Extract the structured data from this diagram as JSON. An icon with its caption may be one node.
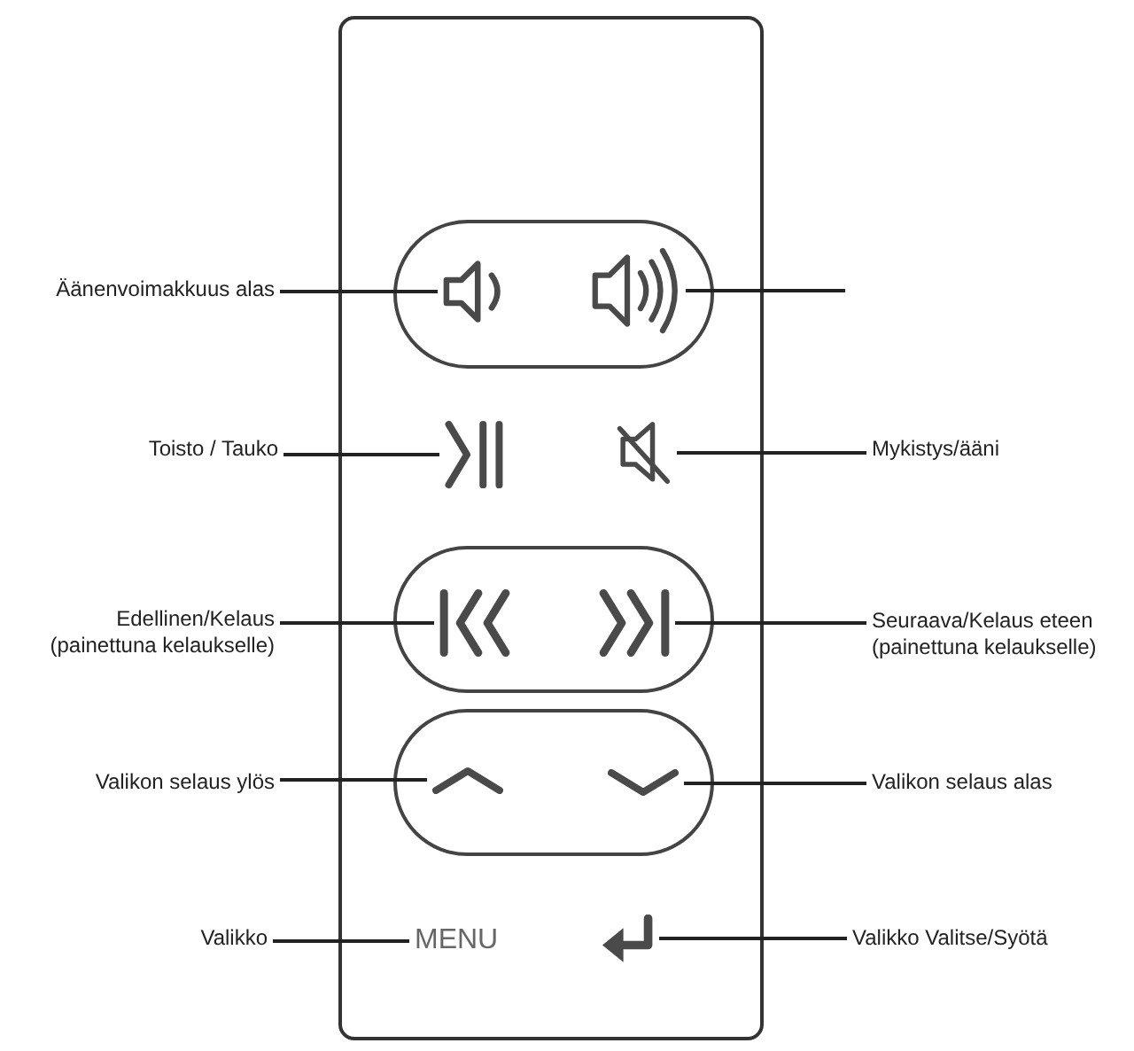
{
  "diagram": {
    "nodes": [
      {
        "text": [],
        "shape": "box"
      },
      {
        "text": [
          "Äänenvoimakkuus alas"
        ]
      },
      {
        "text": [],
        "shape": "icon",
        "in": 0
      },
      {
        "text": [],
        "shape": "icon",
        "in": 0
      },
      {
        "text": [
          "Toisto / Tauko"
        ]
      },
      {
        "text": [],
        "shape": "icon",
        "in": 0
      },
      {
        "text": [],
        "shape": "icon",
        "in": 0
      },
      {
        "text": [
          "Mykistys/ääni"
        ]
      },
      {
        "text": [
          "Edellinen/Kelaus (painettuna kelaukselle)"
        ]
      },
      {
        "text": [],
        "shape": "icon",
        "in": 0
      },
      {
        "text": [],
        "shape": "icon",
        "in": 0
      },
      {
        "text": [
          "Seuraava/Kelaus eteen (painettuna kelaukselle)"
        ]
      },
      {
        "text": [
          "Valikon selaus ylös"
        ]
      },
      {
        "text": [],
        "shape": "icon",
        "in": 0
      },
      {
        "text": [],
        "shape": "icon",
        "in": 0
      },
      {
        "text": [
          "Valikon selaus alas"
        ]
      },
      {
        "text": [
          "Valikko"
        ]
      },
      {
        "text": [
          "MENU"
        ],
        "in": 0
      },
      {
        "text": [],
        "shape": "icon",
        "in": 0
      },
      {
        "text": [
          "Valikko Valitse/Syötä"
        ]
      }
    ],
    "edges": [
      {
        "from": 1,
        "to": 2,
        "arrow": "none"
      },
      {
        "from": null,
        "to": 3,
        "arrow": "none"
      },
      {
        "from": 4,
        "to": 5,
        "arrow": "none"
      },
      {
        "from": 7,
        "to": 6,
        "arrow": "none"
      },
      {
        "from": 8,
        "to": 9,
        "arrow": "none"
      },
      {
        "from": 11,
        "to": 10,
        "arrow": "none"
      },
      {
        "from": 12,
        "to": 13,
        "arrow": "none"
      },
      {
        "from": 15,
        "to": 14,
        "arrow": "none"
      },
      {
        "from": 16,
        "to": 17,
        "arrow": "none"
      },
      {
        "from": 19,
        "to": 18,
        "arrow": "none"
      }
    ]
  }
}
